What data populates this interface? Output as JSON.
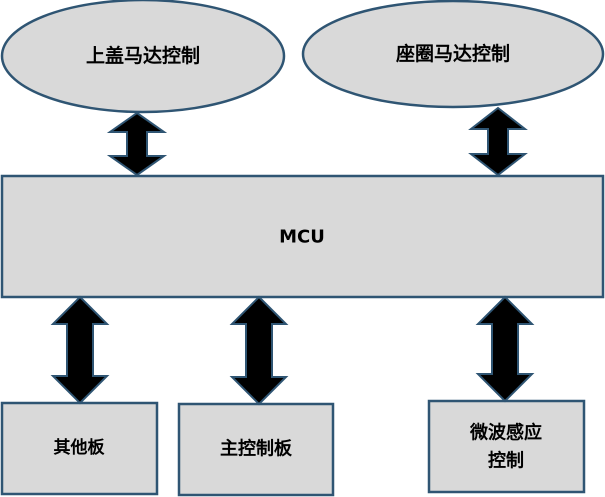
{
  "nodes": {
    "lid_motor": {
      "label": "上盖马达控制"
    },
    "seat_motor": {
      "label": "座圈马达控制"
    },
    "mcu": {
      "label": "MCU"
    },
    "other_board": {
      "label": "其他板"
    },
    "main_board": {
      "label": "主控制板"
    },
    "microwave": {
      "line1": "微波感应",
      "line2": "控制"
    }
  },
  "connections": [
    {
      "from": "lid_motor",
      "to": "mcu",
      "type": "bidirectional"
    },
    {
      "from": "seat_motor",
      "to": "mcu",
      "type": "bidirectional"
    },
    {
      "from": "mcu",
      "to": "other_board",
      "type": "bidirectional"
    },
    {
      "from": "mcu",
      "to": "main_board",
      "type": "bidirectional"
    },
    {
      "from": "mcu",
      "to": "microwave",
      "type": "bidirectional"
    }
  ],
  "colors": {
    "fill": "#d9d9d9",
    "border": "#2f5573",
    "arrow": "#000000",
    "text": "#000000"
  }
}
